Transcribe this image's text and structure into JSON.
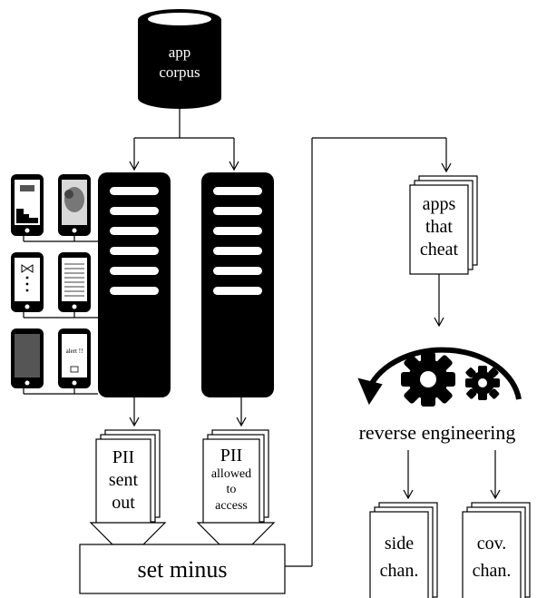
{
  "database": {
    "lines": [
      "app",
      "corpus"
    ]
  },
  "doc_pii_sent": {
    "lines": [
      "PII",
      "sent",
      "out"
    ]
  },
  "doc_pii_allowed": {
    "lines": [
      "PII",
      "allowed",
      "to",
      "access"
    ]
  },
  "set_minus": {
    "label": "set minus"
  },
  "doc_apps_cheat": {
    "lines": [
      "apps",
      "that",
      "cheat"
    ]
  },
  "reverse_engineering": {
    "label": "reverse engineering"
  },
  "doc_side_chan": {
    "lines": [
      "side",
      "chan."
    ]
  },
  "doc_cov_chan": {
    "lines": [
      "cov.",
      "chan."
    ]
  },
  "phone_alert": {
    "text": "alert !!"
  },
  "icons": [
    "database-icon",
    "phone-icon",
    "server-rack-icon",
    "document-stack-icon",
    "gear-icon",
    "circular-arrow-icon",
    "funnel-icon"
  ]
}
